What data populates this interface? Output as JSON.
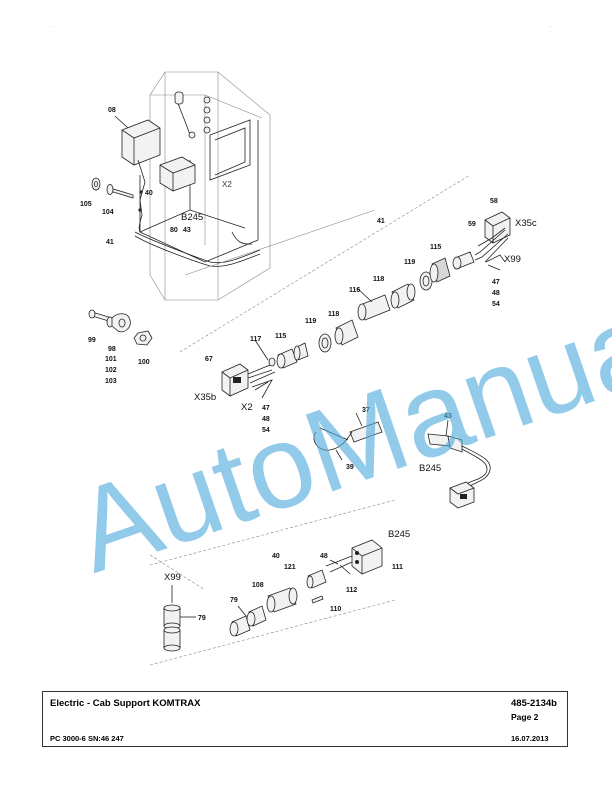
{
  "footer": {
    "title": "Electric - Cab Support KOMTRAX",
    "document_number": "485-2134b",
    "page": "Page 2",
    "model": "PC 3000-6 SN:46 247",
    "date": "16.07.2013"
  },
  "watermark": "AutoManual",
  "callouts": {
    "c08": "08",
    "c105": "105",
    "c104": "104",
    "c40a": "40",
    "cX2a": "X2",
    "cB245a": "B245",
    "c80": "80",
    "c43a": "43",
    "c41a": "41",
    "c41b": "41",
    "c58": "58",
    "c59": "59",
    "cX35c": "X35c",
    "c115a": "115",
    "c119a": "119",
    "c118a": "118",
    "c116": "116",
    "cX99a": "X99",
    "c47a": "47",
    "c48a": "48",
    "c54a": "54",
    "c99": "99",
    "c98": "98",
    "c101": "101",
    "c102": "102",
    "c103": "103",
    "c100": "100",
    "c117": "117",
    "c115b": "115",
    "c119b": "119",
    "c118b": "118",
    "c67": "67",
    "cX35b": "X35b",
    "cX2b": "X2",
    "c47b": "47",
    "c48b": "48",
    "c54b": "54",
    "c37": "37",
    "c39": "39",
    "c43b": "43",
    "cB245b": "B245",
    "cB245c": "B245",
    "c40b": "40",
    "c48c": "48",
    "c121": "121",
    "c111": "111",
    "c108": "108",
    "c112": "112",
    "c110": "110",
    "c79a": "79",
    "c79b": "79",
    "cX99b": "X99"
  }
}
